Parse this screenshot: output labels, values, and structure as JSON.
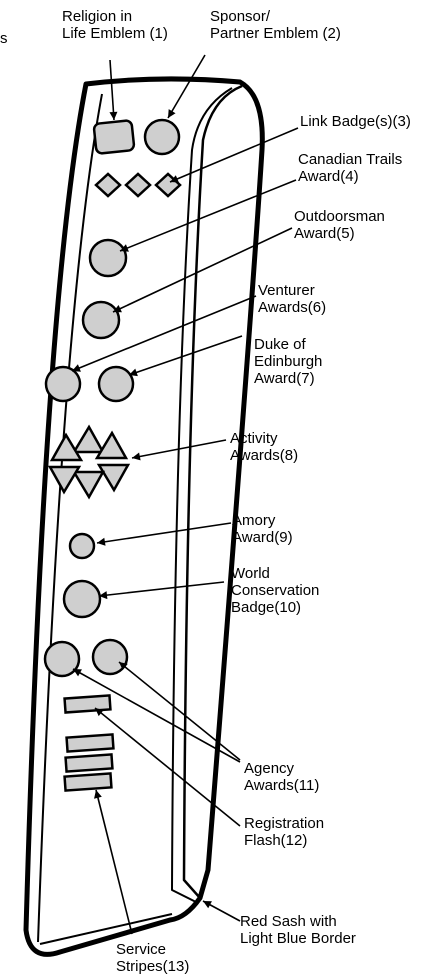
{
  "colors": {
    "ink": "#000000",
    "badge_fill": "#cfcfcf",
    "sash_fill": "#ffffff"
  },
  "stray_text": "s",
  "labels": {
    "religion": [
      "Religion in",
      "Life Emblem (1)"
    ],
    "sponsor": [
      "Sponsor/",
      "Partner Emblem (2)"
    ],
    "link": [
      "Link Badge(s)(3)"
    ],
    "trails": [
      "Canadian Trails",
      "Award(4)"
    ],
    "outdoorsman": [
      "Outdoorsman",
      "Award(5)"
    ],
    "venturer": [
      "Venturer",
      "Awards(6)"
    ],
    "duke": [
      "Duke of",
      "Edinburgh",
      "Award(7)"
    ],
    "activity": [
      "Activity",
      "Awards(8)"
    ],
    "amory": [
      "Amory",
      "Award(9)"
    ],
    "world": [
      "World",
      "Conservation",
      "Badge(10)"
    ],
    "agency": [
      "Agency",
      "Awards(11)"
    ],
    "registration": [
      "Registration",
      "Flash(12)"
    ],
    "sash": [
      "Red Sash with",
      "Light Blue Border"
    ],
    "stripes": [
      "Service",
      "Stripes(13)"
    ]
  }
}
